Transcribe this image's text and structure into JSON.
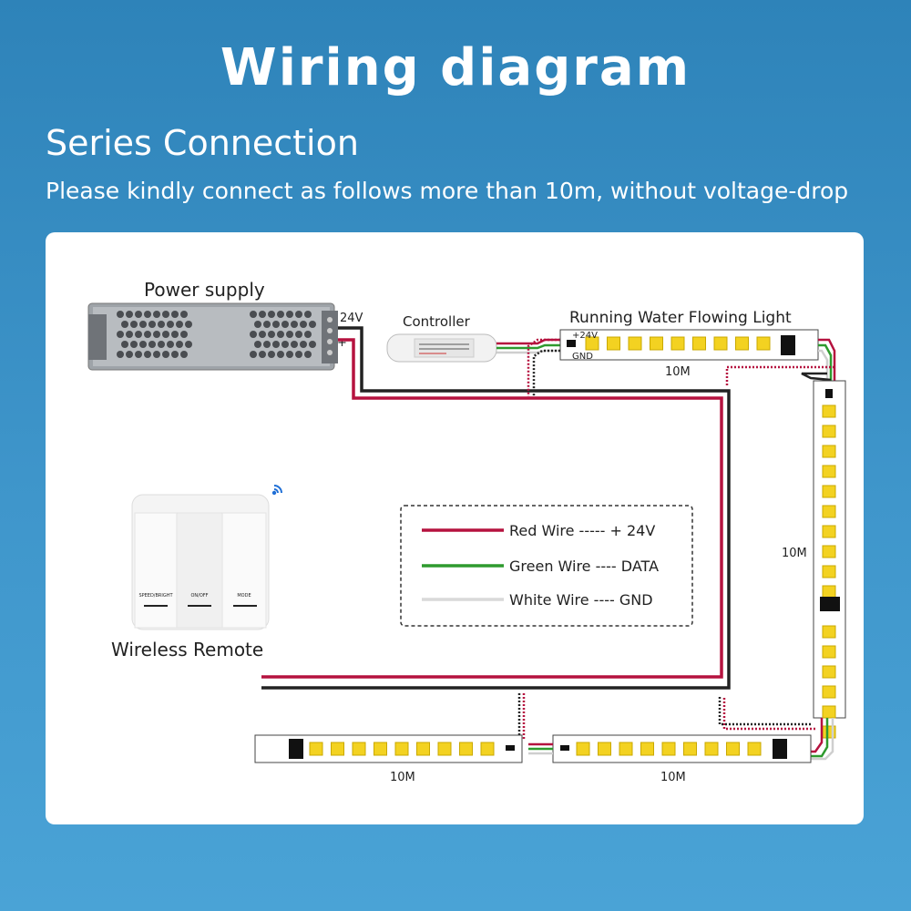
{
  "title": "Wiring diagram",
  "subtitle": "Series Connection",
  "note": "Please kindly connect as follows more than 10m, without voltage-drop",
  "labels": {
    "power_supply": "Power supply",
    "voltage": "24V",
    "plus": "+",
    "controller": "Controller",
    "strip_title": "Running Water Flowing Light",
    "strip_plus": "+24V",
    "strip_gnd": "GND",
    "length_top": "10M",
    "length_right": "10M",
    "length_bottom_left": "10M",
    "length_bottom_right": "10M",
    "wireless_remote": "Wireless Remote"
  },
  "remote": {
    "buttons": [
      "SPEED/BRIGHT",
      "ON/OFF",
      "MODE"
    ],
    "icon": "wifi-signal-icon"
  },
  "legend": [
    {
      "label": "Red Wire ----- + 24V",
      "color": "#b5123f"
    },
    {
      "label": "Green Wire ---- DATA",
      "color": "#2e9a2e"
    },
    {
      "label": "White Wire ---- GND",
      "color": "#d9d9d9"
    }
  ],
  "colors": {
    "red_wire": "#b5123f",
    "black_wire": "#222222",
    "green_wire": "#2e9a2e",
    "white_wire": "#cfcfcf",
    "led": "#f3d221",
    "chip": "#111111"
  }
}
